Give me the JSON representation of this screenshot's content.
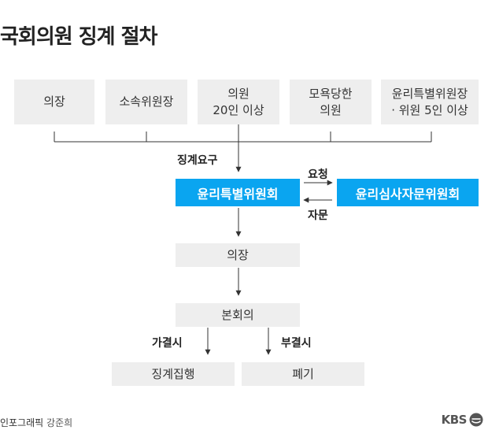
{
  "title": "국회의원 징계 절차",
  "initiators": [
    {
      "lines": [
        "의장"
      ]
    },
    {
      "lines": [
        "소속위원장"
      ]
    },
    {
      "lines": [
        "의원",
        "20인 이상"
      ]
    },
    {
      "lines": [
        "모욕당한",
        "의원"
      ]
    },
    {
      "lines": [
        "윤리특별위원장",
        "· 위원 5인 이상"
      ]
    }
  ],
  "labels": {
    "request": "징계요구",
    "ask": "요청",
    "consult": "자문",
    "approved": "가결시",
    "rejected": "부결시"
  },
  "nodes": {
    "ethics_committee": "윤리특별위원회",
    "ethics_review": "윤리심사자문위원회",
    "speaker": "의장",
    "plenary": "본회의",
    "execute": "징계집행",
    "discard": "폐기"
  },
  "footer": {
    "credit_label": "인포그래픽",
    "credit_name": "강준희",
    "logo": "KBS"
  },
  "colors": {
    "accent": "#0aa5f0",
    "box": "#eeeeee",
    "line": "#333333"
  }
}
